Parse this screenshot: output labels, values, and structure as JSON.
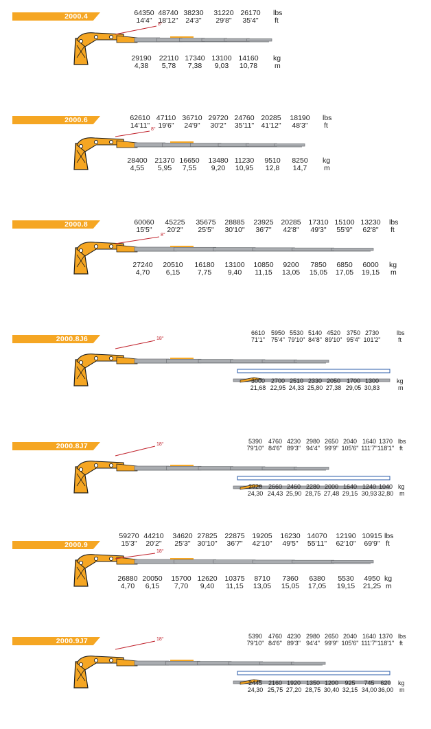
{
  "colors": {
    "accent": "#f5a623",
    "boom": "#a9acb0",
    "boom_dark": "#6d7074",
    "angle_line": "#c0202a",
    "jib_outline": "#2a5ba8"
  },
  "models": [
    {
      "label": "2000.4",
      "angle": "8°",
      "lbs": [
        "64350",
        "48740",
        "38230",
        "31220",
        "26170"
      ],
      "ft": [
        "14'4\"",
        "18'12\"",
        "24'3\"",
        "29'8\"",
        "35'4\""
      ],
      "kg": [
        "29190",
        "22110",
        "17340",
        "13100",
        "14160"
      ],
      "m": [
        "4,38",
        "5,78",
        "7,38",
        "9,03",
        "10,78"
      ],
      "units": {
        "lbs": "lbs",
        "ft": "ft",
        "kg": "kg",
        "m": "m"
      }
    },
    {
      "label": "2000.6",
      "angle": "8°",
      "lbs": [
        "62610",
        "47110",
        "36710",
        "29720",
        "24760",
        "20285",
        "18190"
      ],
      "ft": [
        "14'11\"",
        "19'6\"",
        "24'9\"",
        "30'2\"",
        "35'11\"",
        "41'12\"",
        "48'3\""
      ],
      "kg": [
        "28400",
        "21370",
        "16650",
        "13480",
        "11230",
        "9510",
        "8250"
      ],
      "m": [
        "4,55",
        "5,95",
        "7,55",
        "9,20",
        "10,95",
        "12,8",
        "14,7"
      ],
      "units": {
        "lbs": "lbs",
        "ft": "ft",
        "kg": "kg",
        "m": "m"
      }
    },
    {
      "label": "2000.8",
      "angle": "8°",
      "lbs": [
        "60060",
        "45225",
        "35675",
        "28885",
        "23925",
        "20285",
        "17310",
        "15100",
        "13230"
      ],
      "ft": [
        "15'5\"",
        "20'2\"",
        "25'5\"",
        "30'10\"",
        "36'7\"",
        "42'8\"",
        "49'3\"",
        "55'9\"",
        "62'8\""
      ],
      "kg": [
        "27240",
        "20510",
        "16180",
        "13100",
        "10850",
        "9200",
        "7850",
        "6850",
        "6000"
      ],
      "m": [
        "4,70",
        "6,15",
        "7,75",
        "9,40",
        "11,15",
        "13,05",
        "15,05",
        "17,05",
        "19,15"
      ],
      "units": {
        "lbs": "lbs",
        "ft": "ft",
        "kg": "kg",
        "m": "m"
      }
    },
    {
      "label": "2000.8J6",
      "angle": "18°",
      "lbs": [
        "6610",
        "5950",
        "5530",
        "5140",
        "4520",
        "3750",
        "2730"
      ],
      "ft": [
        "71'1\"",
        "75'4\"",
        "79'10\"",
        "84'8\"",
        "89'10\"",
        "95'4\"",
        "101'2\""
      ],
      "kg": [
        "3000",
        "2700",
        "2510",
        "2330",
        "2050",
        "1700",
        "1300"
      ],
      "m": [
        "21,68",
        "22,95",
        "24,33",
        "25,80",
        "27,38",
        "29,05",
        "30,83"
      ],
      "units": {
        "lbs": "lbs",
        "ft": "ft",
        "kg": "kg",
        "m": "m"
      }
    },
    {
      "label": "2000.8J7",
      "angle": "18°",
      "lbs": [
        "5390",
        "4760",
        "4230",
        "2980",
        "2650",
        "2040",
        "1640",
        "1370"
      ],
      "ft": [
        "79'10\"",
        "84'6\"",
        "89'3\"",
        "94'4\"",
        "99'9\"",
        "105'6\"",
        "111'7\"",
        "118'1\""
      ],
      "kg": [
        "2920",
        "2660",
        "2460",
        "2280",
        "2000",
        "1640",
        "1240",
        "1040"
      ],
      "m": [
        "24,30",
        "24,43",
        "25,90",
        "28,75",
        "27,48",
        "29,15",
        "30,93",
        "32,80"
      ],
      "units": {
        "lbs": "lbs",
        "ft": "ft",
        "kg": "kg",
        "m": "m"
      }
    },
    {
      "label": "2000.9",
      "angle": "18°",
      "lbs": [
        "59270",
        "44210",
        "34620",
        "27825",
        "22875",
        "19205",
        "16230",
        "14070",
        "12190",
        "10915"
      ],
      "ft": [
        "15'3\"",
        "20'2\"",
        "25'3\"",
        "30'10\"",
        "36'7\"",
        "42'10\"",
        "49'5\"",
        "55'11\"",
        "62'10\"",
        "69'9\""
      ],
      "kg": [
        "26880",
        "20050",
        "15700",
        "12620",
        "10375",
        "8710",
        "7360",
        "6380",
        "5530",
        "4950"
      ],
      "m": [
        "4,70",
        "6,15",
        "7,70",
        "9,40",
        "11,15",
        "13,05",
        "15,05",
        "17,05",
        "19,15",
        "21,25"
      ],
      "units": {
        "lbs": "lbs",
        "ft": "ft",
        "kg": "kg",
        "m": "m"
      }
    },
    {
      "label": "2000.9J7",
      "angle": "18°",
      "lbs": [
        "5390",
        "4760",
        "4230",
        "2980",
        "2650",
        "2040",
        "1640",
        "1370"
      ],
      "ft": [
        "79'10\"",
        "84'6\"",
        "89'3\"",
        "94'4\"",
        "99'9\"",
        "105'6\"",
        "111'7\"",
        "118'1\""
      ],
      "kg": [
        "2445",
        "2160",
        "1920",
        "1350",
        "1200",
        "925",
        "745",
        "620"
      ],
      "m": [
        "24,30",
        "25,75",
        "27,20",
        "28,75",
        "30,40",
        "32,15",
        "34,00",
        "36,00"
      ],
      "units": {
        "lbs": "lbs",
        "ft": "ft",
        "kg": "kg",
        "m": "m"
      }
    }
  ]
}
